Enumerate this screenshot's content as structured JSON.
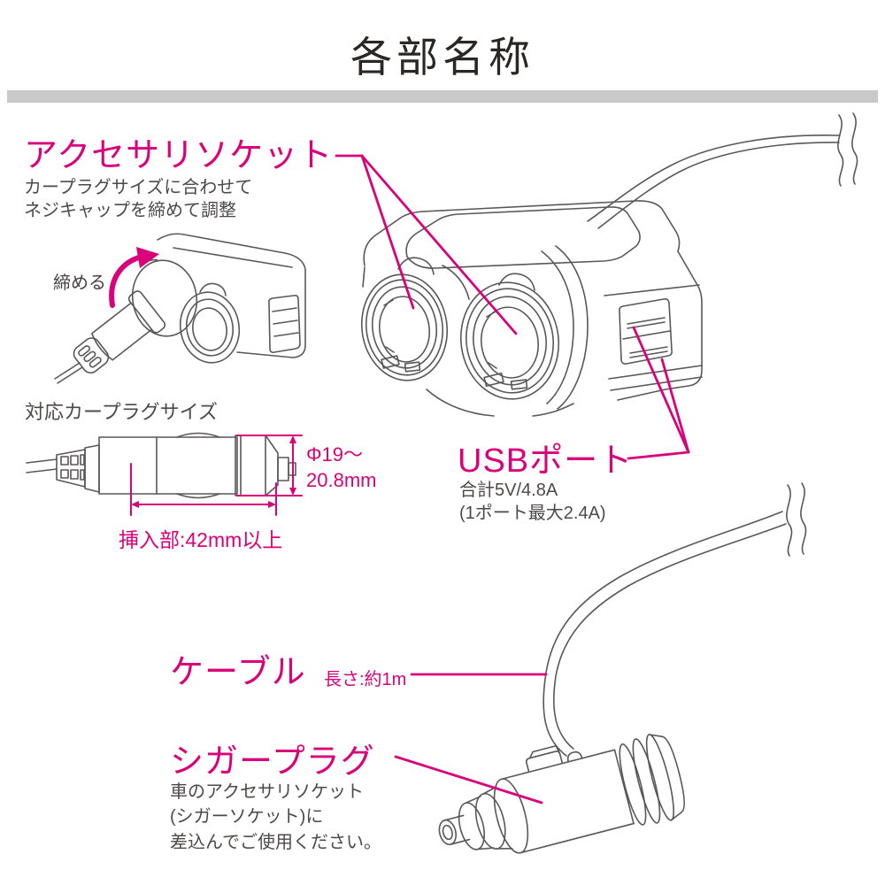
{
  "page": {
    "title": "各部名称"
  },
  "colors": {
    "accent_pink": "#d9027a",
    "line_art_gray": "#595757",
    "divider_gray": "#c9c9c9",
    "title_text": "#2b2725",
    "body_text": "#4c4948"
  },
  "sections": {
    "accessory_socket": {
      "title": "アクセサリソケット",
      "desc_line1": "カープラグサイズに合わせて",
      "desc_line2": "ネジキャップを締めて調整",
      "tighten_note": "締める"
    },
    "plug_size": {
      "heading": "対応カープラグサイズ",
      "diameter_line1": "Φ19〜",
      "diameter_line2": "20.8mm",
      "insertion": "挿入部:42mm以上"
    },
    "usb_port": {
      "title": "USBポート",
      "spec_line1": "合計5V/4.8A",
      "spec_line2": "(1ポート最大2.4A)"
    },
    "cable": {
      "title": "ケーブル",
      "length": "長さ:約1m"
    },
    "cigar_plug": {
      "title": "シガープラグ",
      "desc_line1": "車のアクセサリソケット",
      "desc_line2": "(シガーソケット)に",
      "desc_line3": "差込んでご使用ください。"
    }
  }
}
